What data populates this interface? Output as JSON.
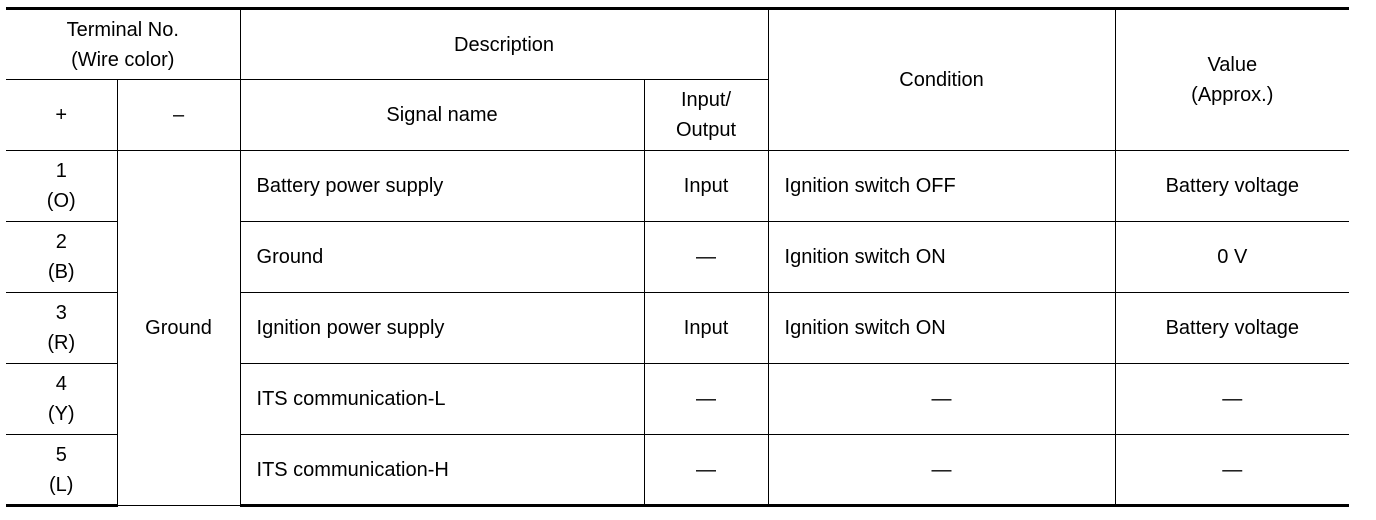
{
  "header": {
    "terminal_line1": "Terminal No.",
    "terminal_line2": "(Wire color)",
    "plus": "+",
    "minus": "–",
    "description": "Description",
    "signal_name": "Signal name",
    "io_line1": "Input/",
    "io_line2": "Output",
    "condition": "Condition",
    "value_line1": "Value",
    "value_line2": "(Approx.)"
  },
  "ground_terminal": "Ground",
  "rows": [
    {
      "terminal": "1",
      "wire": "(O)",
      "signal": "Battery power supply",
      "io": "Input",
      "condition": "Ignition switch OFF",
      "value": "Battery voltage"
    },
    {
      "terminal": "2",
      "wire": "(B)",
      "signal": "Ground",
      "io": "—",
      "condition": "Ignition switch ON",
      "value": "0 V"
    },
    {
      "terminal": "3",
      "wire": "(R)",
      "signal": "Ignition power supply",
      "io": "Input",
      "condition": "Ignition switch ON",
      "value": "Battery voltage"
    },
    {
      "terminal": "4",
      "wire": "(Y)",
      "signal": "ITS communication-L",
      "io": "—",
      "condition": "—",
      "value": "—"
    },
    {
      "terminal": "5",
      "wire": "(L)",
      "signal": "ITS communication-H",
      "io": "—",
      "condition": "—",
      "value": "—"
    }
  ]
}
